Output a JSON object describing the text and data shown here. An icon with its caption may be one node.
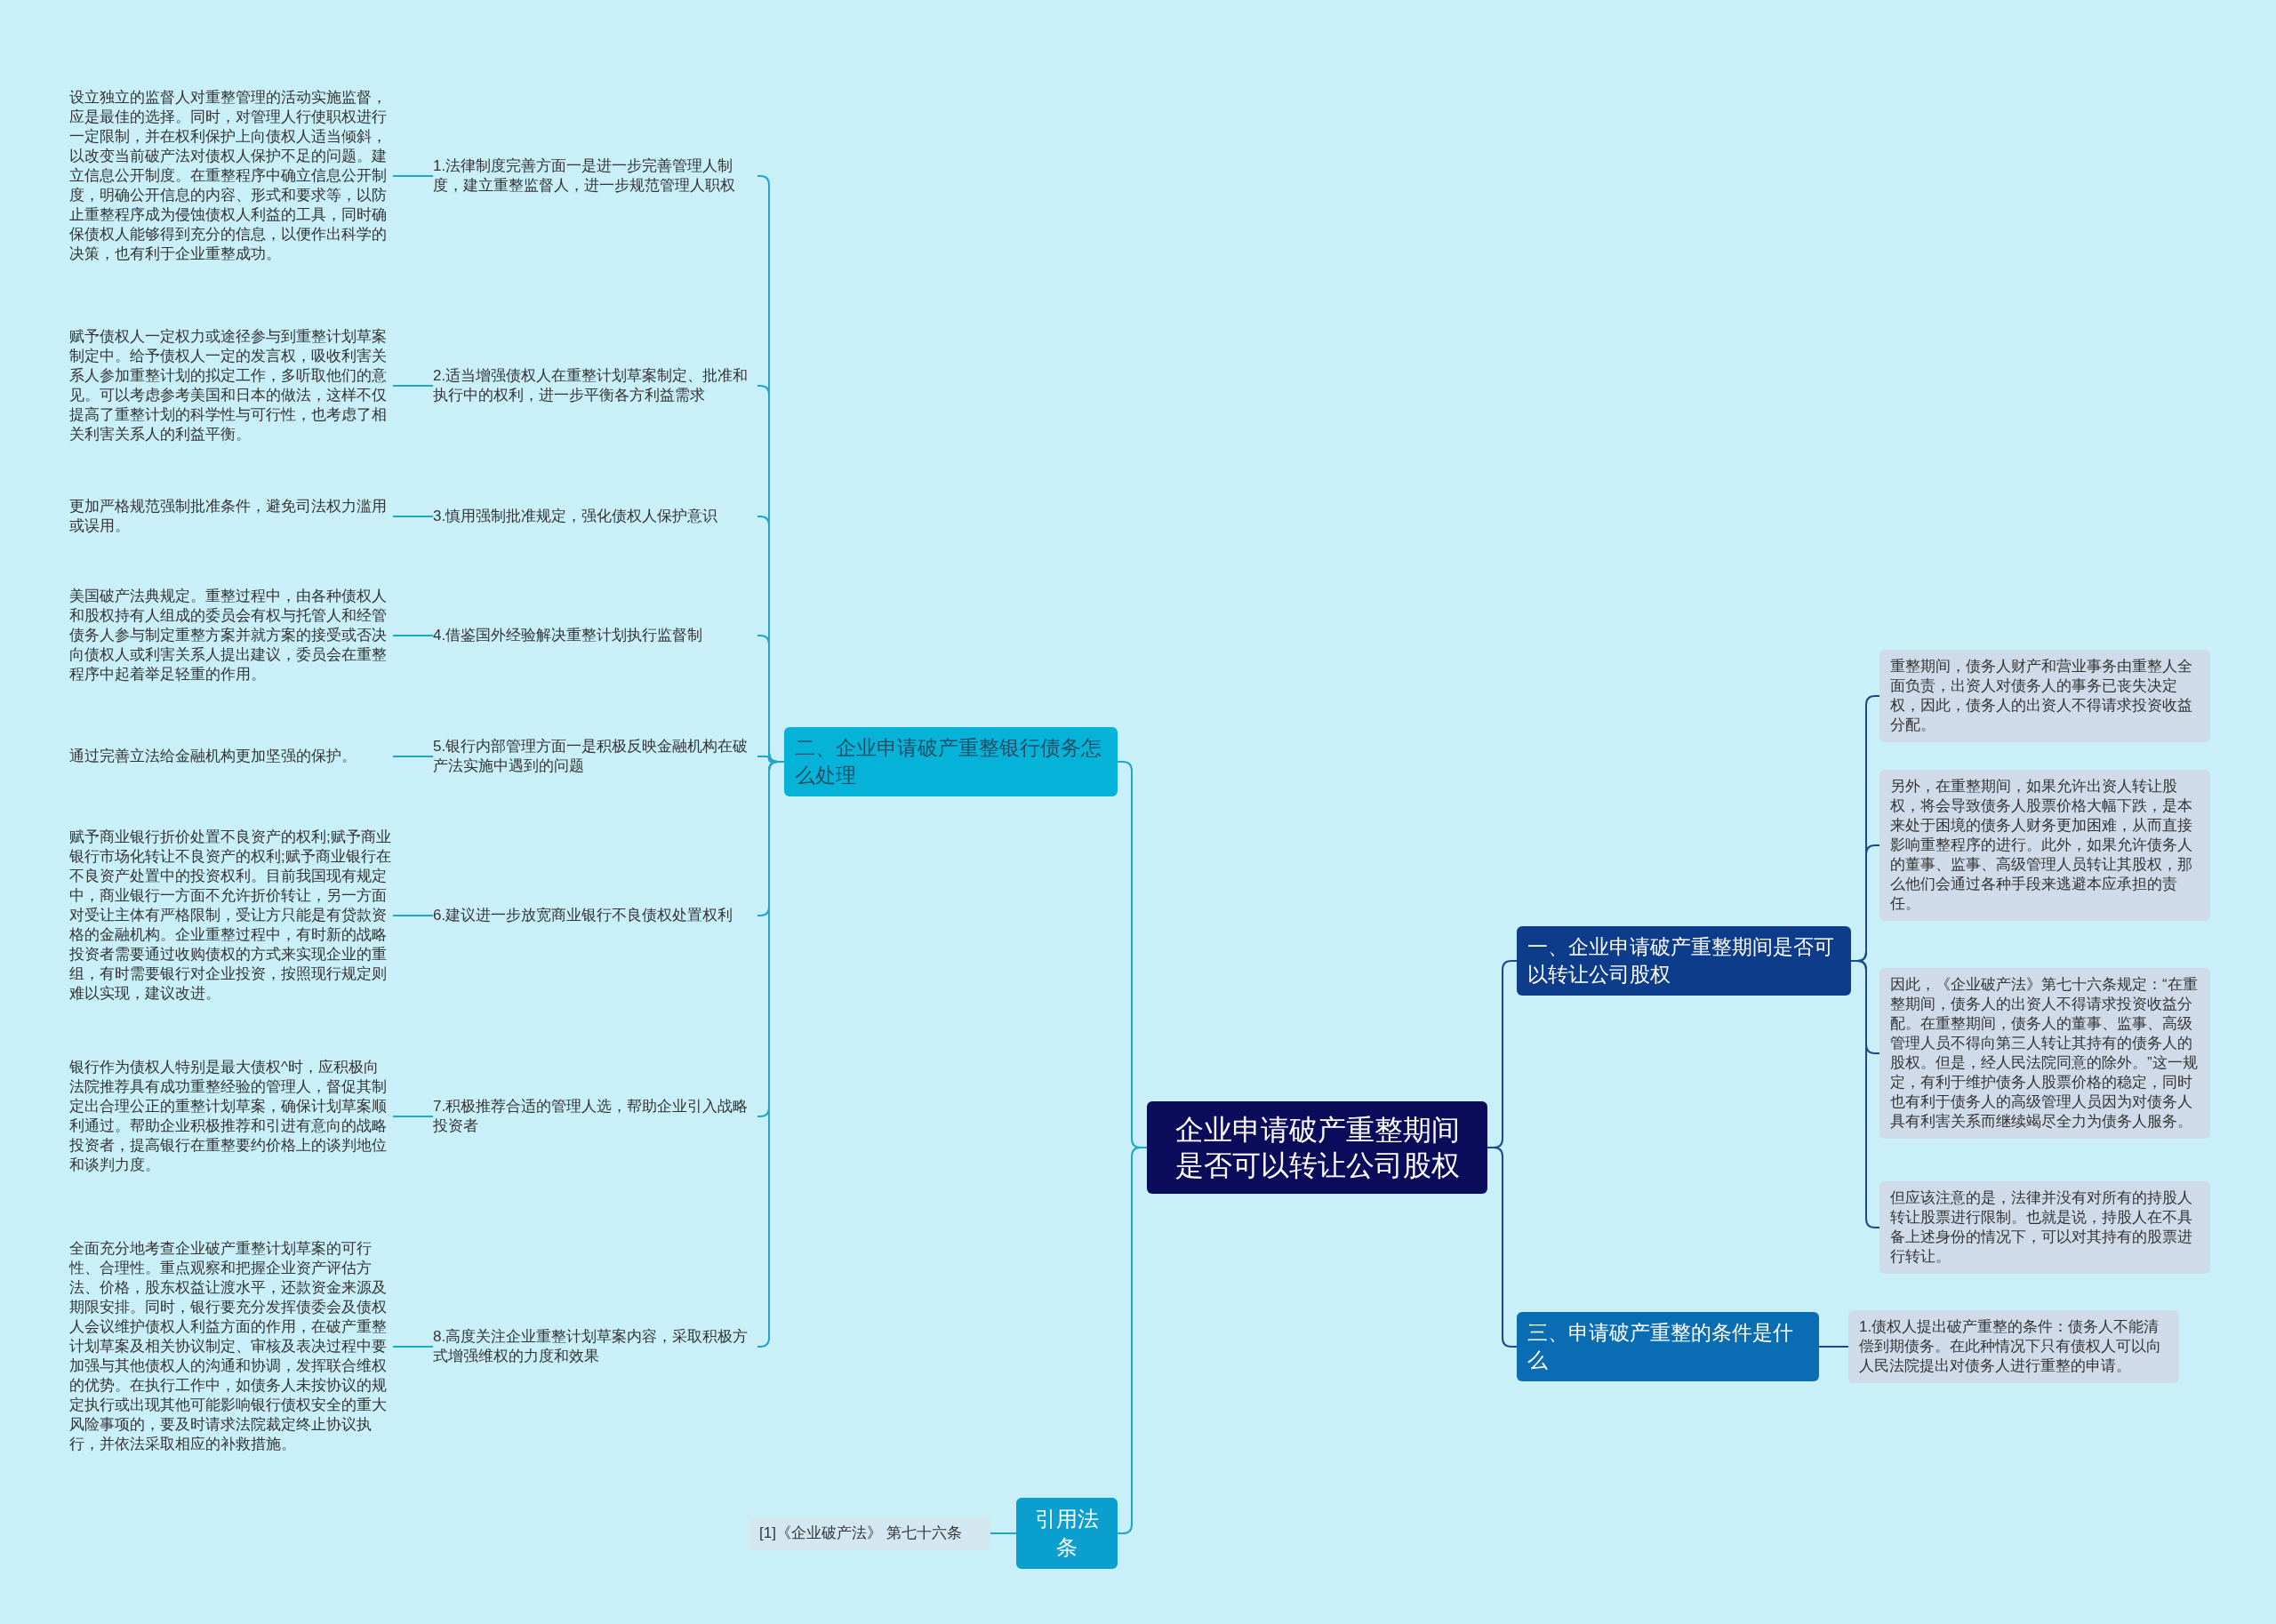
{
  "diagram": {
    "nodes": [
      {
        "text": [
          "企业申请破产重整期间是否可以转让公司股权"
        ]
      },
      {
        "text": [
          "二、企业申请破产重整银行债务怎么处理"
        ]
      },
      {
        "text": [
          "1.法律制度完善方面一是进一步完善管理人制度，建立重整监督人，进一步规范管理人职权"
        ]
      },
      {
        "text": [
          "2.适当增强债权人在重整计划草案制定、批准和执行中的权利，进一步平衡各方利益需求"
        ]
      },
      {
        "text": [
          "3.慎用强制批准规定，强化债权人保护意识"
        ]
      },
      {
        "text": [
          "4.借鉴国外经验解决重整计划执行监督制"
        ]
      },
      {
        "text": [
          "5.银行内部管理方面一是积极反映金融机构在破产法实施中遇到的问题"
        ]
      },
      {
        "text": [
          "6.建议进一步放宽商业银行不良债权处置权利"
        ]
      },
      {
        "text": [
          "7.积极推荐合适的管理人选，帮助企业引入战略投资者"
        ]
      },
      {
        "text": [
          "8.高度关注企业重整计划草案内容，采取积极方式增强维权的力度和效果"
        ]
      },
      {
        "text": [
          "设立独立的监督人对重整管理的活动实施监督，应是最佳的选择。同时，对管理人行使职权进行一定限制，并在权利保护上向债权人适当倾斜，以改变当前破产法对债权人保护不足的问题。建立信息公开制度。在重整程序中确立信息公开制度，明确公开信息的内容、形式和要求等，以防止重整程序成为侵蚀债权人利益的工具，同时确保债权人能够得到充分的信息，以便作出科学的决策，也有利于企业重整成功。"
        ]
      },
      {
        "text": [
          "赋予债权人一定权力或途径参与到重整计划草案制定中。给予债权人一定的发言权，吸收利害关系人参加重整计划的拟定工作，多听取他们的意见。可以考虑参考美国和日本的做法，这样不仅提高了重整计划的科学性与可行性，也考虑了相关利害关系人的利益平衡。"
        ]
      },
      {
        "text": [
          "更加严格规范强制批准条件，避免司法权力滥用或误用。"
        ]
      },
      {
        "text": [
          "美国破产法典规定。重整过程中，由各种债权人和股权持有人组成的委员会有权与托管人和经管债务人参与制定重整方案并就方案的接受或否决向债权人或利害关系人提出建议，委员会在重整程序中起着举足轻重的作用。"
        ]
      },
      {
        "text": [
          "通过完善立法给金融机构更加坚强的保护。"
        ]
      },
      {
        "text": [
          "赋予商业银行折价处置不良资产的权利;赋予商业银行市场化转让不良资产的权利;赋予商业银行在不良资产处置中的投资权利。目前我国现有规定中，商业银行一方面不允许折价转让，另一方面对受让主体有严格限制，受让方只能是有贷款资格的金融机构。企业重整过程中，有时新的战略投资者需要通过收购债权的方式来实现企业的重组，有时需要银行对企业投资，按照现行规定则难以实现，建议改进。"
        ]
      },
      {
        "text": [
          "银行作为债权人特别是最大债权^时，应积极向法院推荐具有成功重整经验的管理人，督促其制定出合理公正的重整计划草案，确保计划草案顺利通过。帮助企业积极推荐和引进有意向的战略投资者，提高银行在重整要约价格上的谈判地位和谈判力度。"
        ]
      },
      {
        "text": [
          "全面充分地考查企业破产重整计划草案的可行性、合理性。重点观察和把握企业资产评估方法、价格，股东权益让渡水平，还款资金来源及期限安排。同时，银行要充分发挥债委会及债权人会议维护债权人利益方面的作用，在破产重整计划草案及相关协议制定、审核及表决过程中要加强与其他债权人的沟通和协调，发挥联合维权的优势。在执行工作中，如债务人未按协议的规定执行或出现其他可能影响银行债权安全的重大风险事项的，要及时请求法院裁定终止协议执行，并依法采取相应的补救措施。"
        ]
      },
      {
        "text": [
          "引用法条"
        ]
      },
      {
        "text": [
          "[1]《企业破产法》 第七十六条"
        ]
      },
      {
        "text": [
          "一、企业申请破产重整期间是否可以转让公司股权"
        ]
      },
      {
        "text": [
          "重整期间，债务人财产和营业事务由重整人全面负责，出资人对债务人的事务已丧失决定权，因此，债务人的出资人不得请求投资收益分配。"
        ]
      },
      {
        "text": [
          "另外，在重整期间，如果允许出资人转让股权，将会导致债务人股票价格大幅下跌，是本来处于困境的债务人财务更加困难，从而直接影响重整程序的进行。此外，如果允许债务人的董事、监事、高级管理人员转让其股权，那么他们会通过各种手段来逃避本应承担的责任。"
        ]
      },
      {
        "text": [
          "因此，《企业破产法》第七十六条规定：“在重整期间，债务人的出资人不得请求投资收益分配。在重整期间，债务人的董事、监事、高级管理人员不得向第三人转让其持有的债务人的股权。但是，经人民法院同意的除外。”这一规定，有利于维护债务人股票价格的稳定，同时也有利于债务人的高级管理人员因为对债务人具有利害关系而继续竭尽全力为债务人服务。"
        ]
      },
      {
        "text": [
          "但应该注意的是，法律并没有对所有的持股人转让股票进行限制。也就是说，持股人在不具备上述身份的情况下，可以对其持有的股票进行转让。"
        ]
      },
      {
        "text": [
          "三、申请破产重整的条件是什么"
        ]
      },
      {
        "text": [
          "1.债权人提出破产重整的条件：债务人不能清偿到期债务。在此种情况下只有债权人可以向人民法院提出对债务人进行重整的申请。"
        ]
      }
    ],
    "edges": [
      {
        "from": 0,
        "to": 1,
        "arrow": "none"
      },
      {
        "from": 1,
        "to": 2,
        "arrow": "none"
      },
      {
        "from": 1,
        "to": 3,
        "arrow": "none"
      },
      {
        "from": 1,
        "to": 4,
        "arrow": "none"
      },
      {
        "from": 1,
        "to": 5,
        "arrow": "none"
      },
      {
        "from": 1,
        "to": 6,
        "arrow": "none"
      },
      {
        "from": 1,
        "to": 7,
        "arrow": "none"
      },
      {
        "from": 1,
        "to": 8,
        "arrow": "none"
      },
      {
        "from": 1,
        "to": 9,
        "arrow": "none"
      },
      {
        "from": 2,
        "to": 10,
        "arrow": "none"
      },
      {
        "from": 3,
        "to": 11,
        "arrow": "none"
      },
      {
        "from": 4,
        "to": 12,
        "arrow": "none"
      },
      {
        "from": 5,
        "to": 13,
        "arrow": "none"
      },
      {
        "from": 6,
        "to": 14,
        "arrow": "none"
      },
      {
        "from": 7,
        "to": 15,
        "arrow": "none"
      },
      {
        "from": 8,
        "to": 16,
        "arrow": "none"
      },
      {
        "from": 9,
        "to": 17,
        "arrow": "none"
      },
      {
        "from": 0,
        "to": 18,
        "arrow": "none"
      },
      {
        "from": 18,
        "to": 19,
        "arrow": "none"
      },
      {
        "from": 0,
        "to": 20,
        "arrow": "none",
        "color": "#1a4a8c"
      },
      {
        "from": 20,
        "to": 21,
        "arrow": "none",
        "color": "#1a4a8c"
      },
      {
        "from": 20,
        "to": 22,
        "arrow": "none",
        "color": "#1a4a8c"
      },
      {
        "from": 20,
        "to": 23,
        "arrow": "none",
        "color": "#1a4a8c"
      },
      {
        "from": 20,
        "to": 24,
        "arrow": "none",
        "color": "#1a4a8c"
      },
      {
        "from": 0,
        "to": 25,
        "arrow": "none",
        "color": "#1a4a8c"
      },
      {
        "from": 25,
        "to": 26,
        "arrow": "none",
        "color": "#1a4a8c"
      }
    ]
  }
}
